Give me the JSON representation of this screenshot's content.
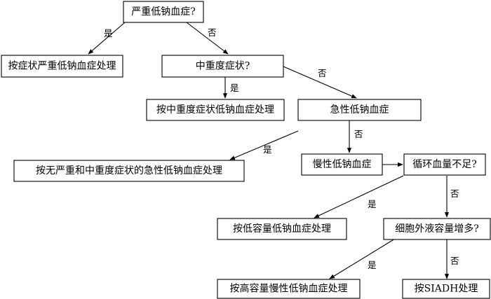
{
  "nodes": {
    "severe_hyponatremia_q": "严重低钠血症?",
    "treat_by_symptoms": "按症状严重低钠血症处理",
    "moderate_severe_symptoms_q": "中重度症状?",
    "treat_moderate_severe": "按中重度症状低钠血症处理",
    "acute_hyponatremia": "急性低钠血症",
    "treat_acute_no_symptoms": "按无严重和中重度症状的急性低钠血症处理",
    "chronic_hyponatremia": "慢性低钠血症",
    "circulating_volume_low_q": "循环血量不足?",
    "treat_low_volume": "按低容量低钠血症处理",
    "ecf_volume_increased_q": "细胞外液容量增多?",
    "treat_high_volume_chronic": "按高容量慢性低钠血症处理",
    "treat_siadh": "按SIADH处理"
  },
  "edge_labels": {
    "yes": "是",
    "no": "否"
  }
}
